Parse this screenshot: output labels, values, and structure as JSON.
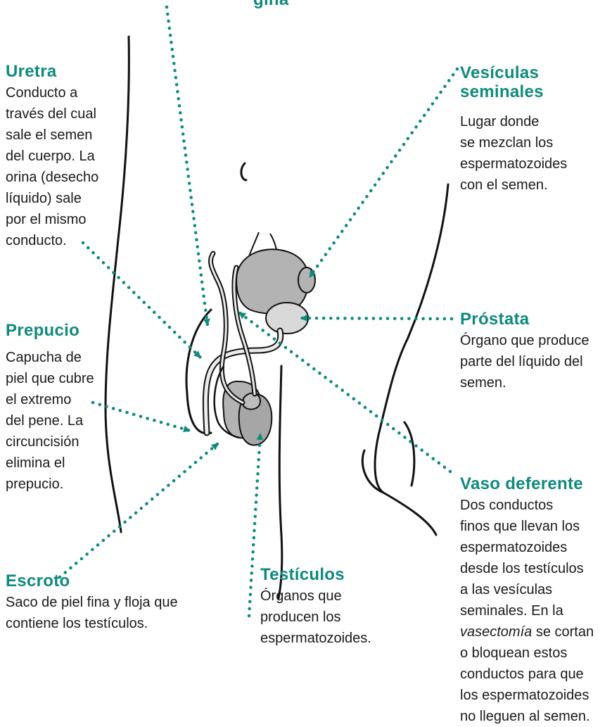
{
  "colors": {
    "accent": "#0f8a7d",
    "text": "#1a1a1a",
    "organ": "#b3b3b3",
    "organ_light": "#d9d9d9",
    "line": "#111111"
  },
  "labels": {
    "uretra": {
      "title": "Uretra",
      "desc": [
        "Conducto a",
        "través del cual",
        "sale el semen",
        "del cuerpo. La",
        "orina (desecho",
        "líquido) sale",
        "por el mismo",
        "conducto."
      ]
    },
    "vesiculas": {
      "title": [
        "Vesículas",
        "seminales"
      ],
      "desc": [
        "Lugar donde",
        "se mezclan los",
        "espermatozoides",
        "con el semen."
      ]
    },
    "prepucio": {
      "title": "Prepucio",
      "desc": [
        "Capucha de",
        "piel que cubre",
        "el extremo",
        "del pene. La",
        "circuncisión",
        "elimina el",
        "prepucio."
      ]
    },
    "prostata": {
      "title": "Próstata",
      "desc": [
        "Órgano que produce",
        "parte del líquido del",
        "semen."
      ]
    },
    "vaso": {
      "title": "Vaso deferente",
      "desc": [
        "Dos conductos",
        "finos que llevan los",
        "espermatozoides",
        "desde los testículos",
        "a las vesículas",
        "seminales. En la"
      ],
      "desc_em": "vasectomía",
      "desc_after": [
        "se cortan",
        "o bloquean estos",
        "conductos para que",
        "los espermatozoides",
        "no lleguen al semen."
      ]
    },
    "escroto": {
      "title": "Escroto",
      "desc": [
        "Saco de piel fina y floja que",
        "contiene los testículos."
      ]
    },
    "testiculos": {
      "title": "Testículos",
      "desc": [
        "Órganos que",
        "producen los",
        "espermatozoides."
      ]
    },
    "top_cut": "gina"
  }
}
